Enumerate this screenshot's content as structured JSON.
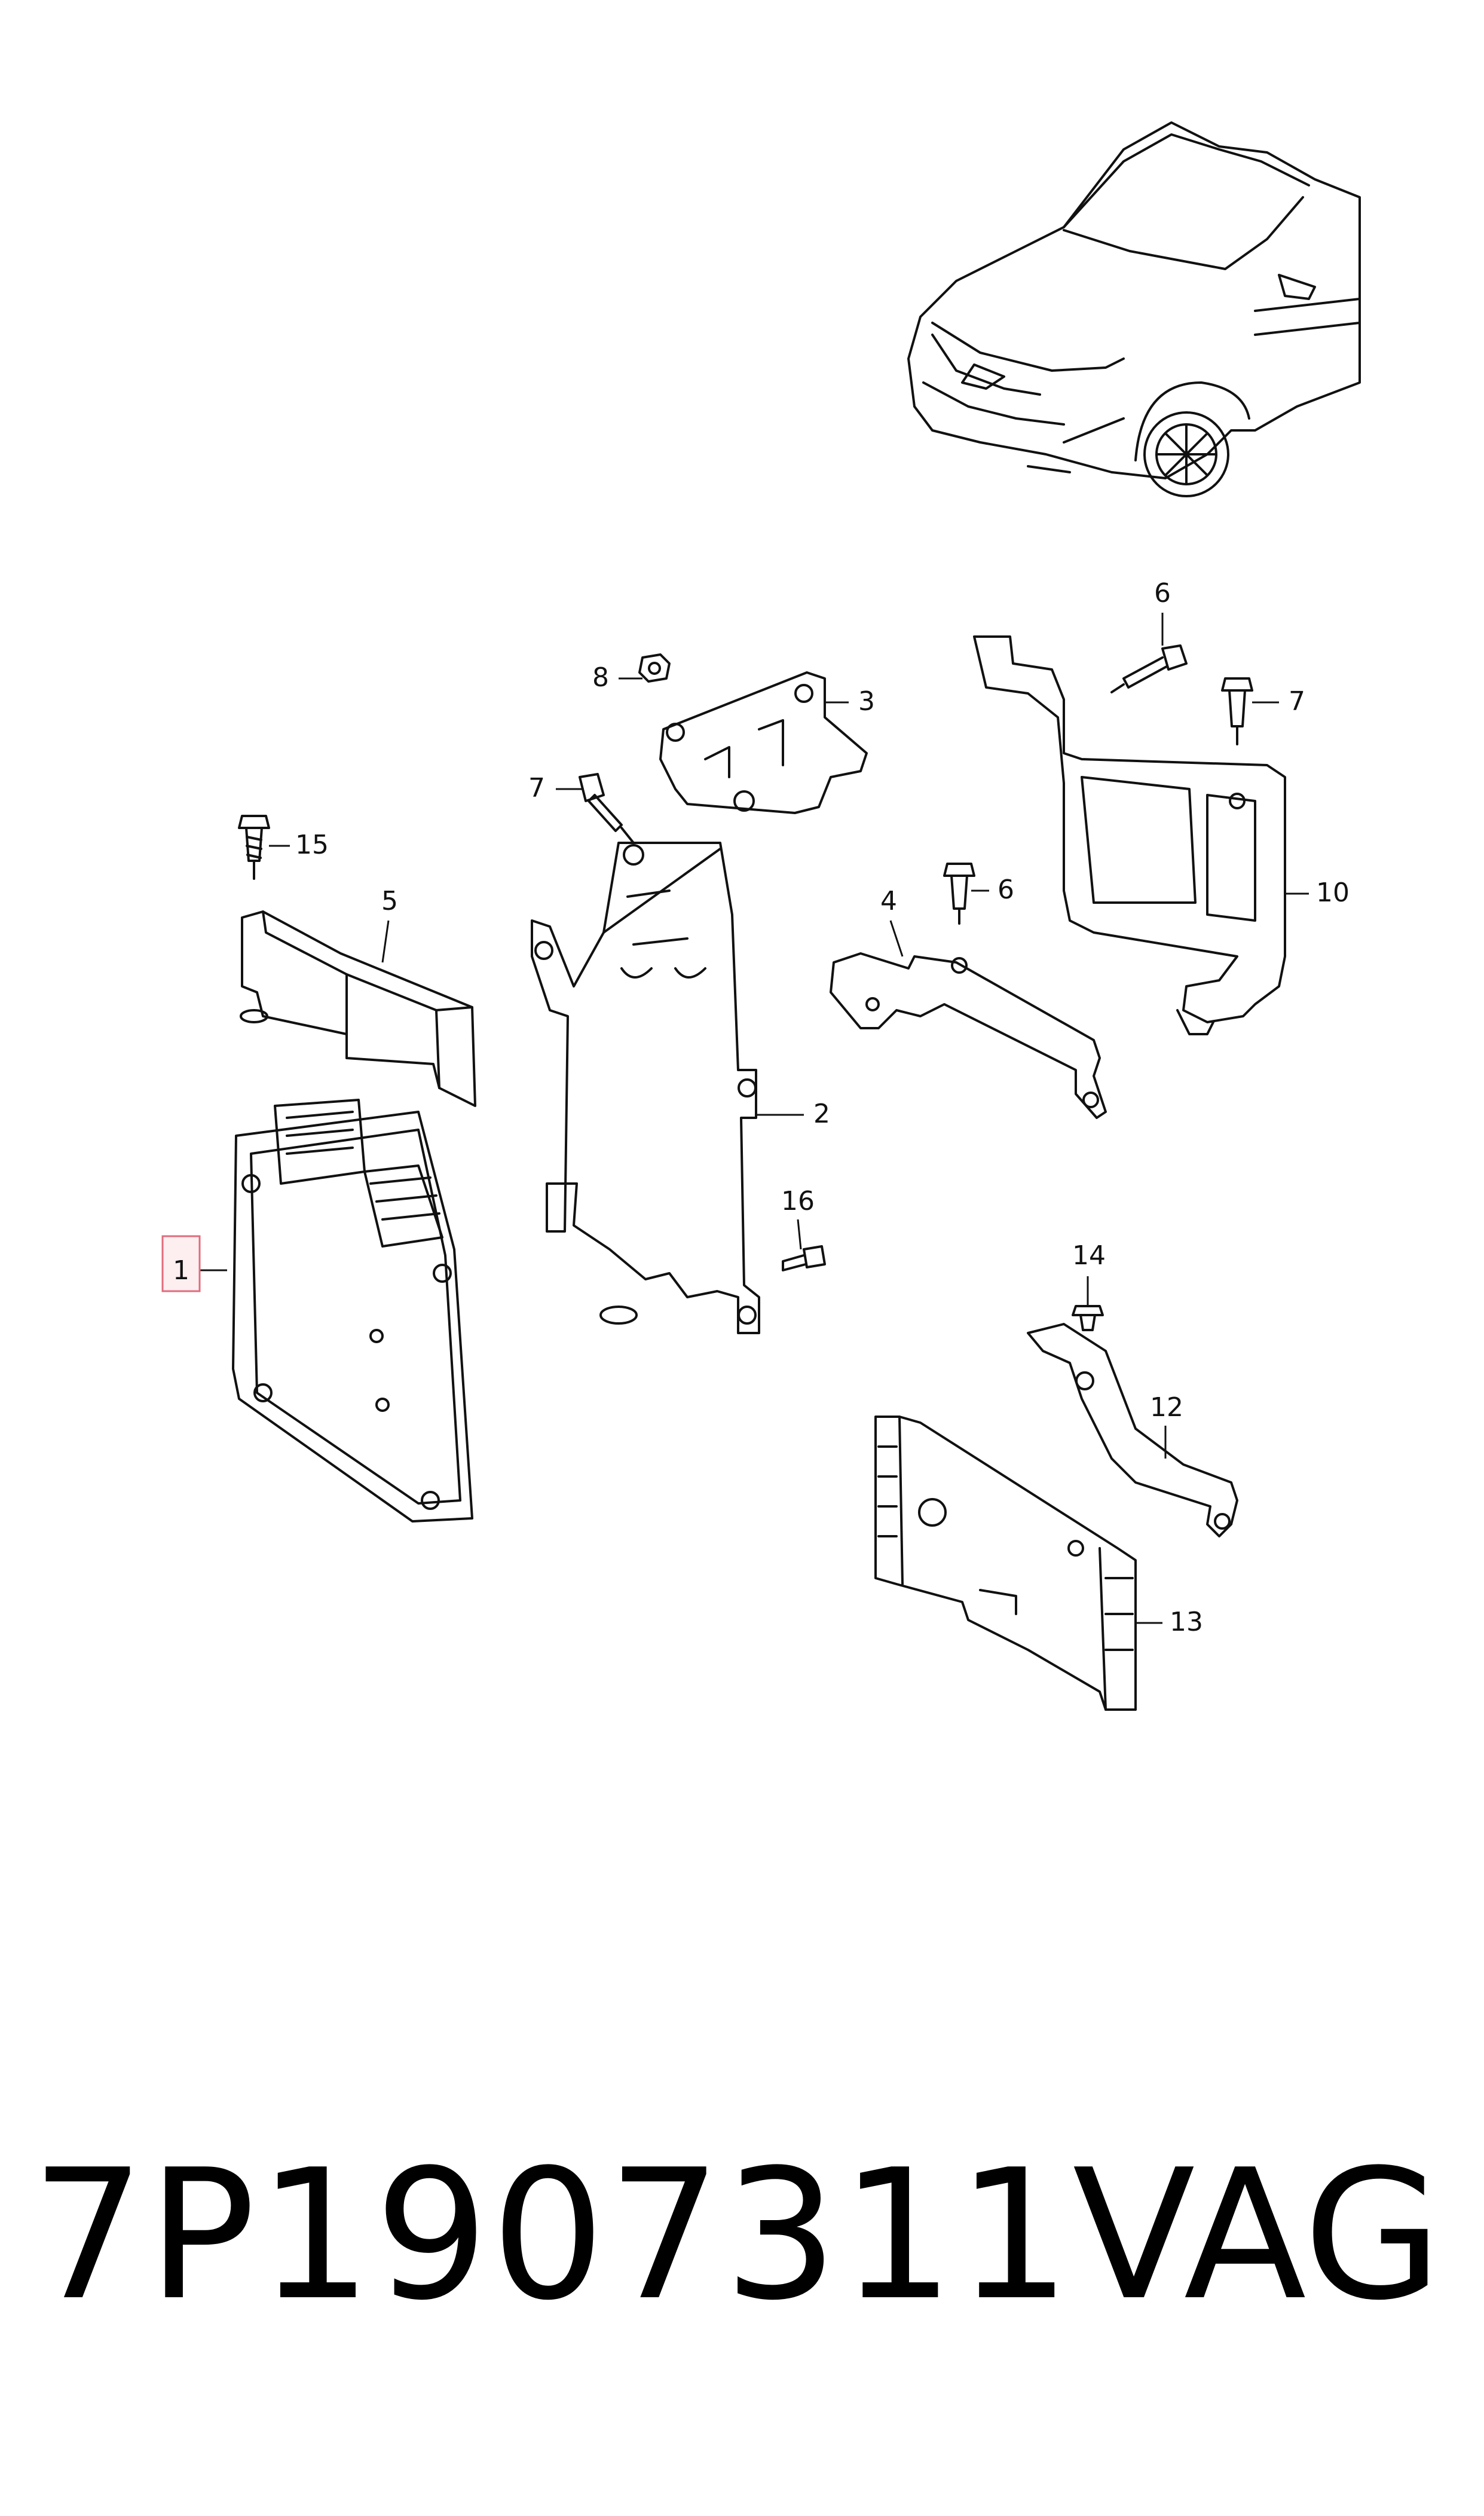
{
  "diagram": {
    "callouts": [
      {
        "id": "c1",
        "label": "1",
        "highlighted": true
      },
      {
        "id": "c2",
        "label": "2"
      },
      {
        "id": "c3",
        "label": "3"
      },
      {
        "id": "c4",
        "label": "4"
      },
      {
        "id": "c5",
        "label": "5"
      },
      {
        "id": "c6a",
        "label": "6"
      },
      {
        "id": "c6b",
        "label": "6"
      },
      {
        "id": "c7a",
        "label": "7"
      },
      {
        "id": "c7b",
        "label": "7"
      },
      {
        "id": "c8",
        "label": "8"
      },
      {
        "id": "c10",
        "label": "10"
      },
      {
        "id": "c12",
        "label": "12"
      },
      {
        "id": "c13",
        "label": "13"
      },
      {
        "id": "c14",
        "label": "14"
      },
      {
        "id": "c15",
        "label": "15"
      },
      {
        "id": "c16",
        "label": "16"
      }
    ],
    "highlight_color": "#e06c7c"
  },
  "footer": {
    "part_number": "7P1907311",
    "brand": "VAG"
  }
}
